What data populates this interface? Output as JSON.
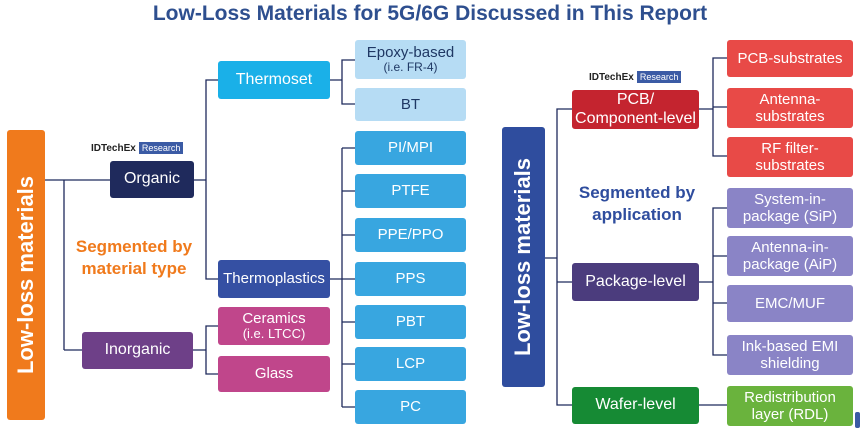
{
  "title": "Low-Loss Materials for 5G/6G Discussed in This Report",
  "left": {
    "bar_label": "Low-loss materials",
    "segment_label": "Segmented by material type",
    "logo_brand": "IDTechEx",
    "logo_tag": "Research",
    "organic": "Organic",
    "inorganic": "Inorganic",
    "thermoset": "Thermoset",
    "thermoplastics": "Thermoplastics",
    "thermoset_items": [
      "Epoxy-based",
      "(i.e. FR-4)",
      "BT"
    ],
    "thermoplastic_items": [
      "PI/MPI",
      "PTFE",
      "PPE/PPO",
      "PPS",
      "PBT",
      "LCP",
      "PC"
    ],
    "inorganic_items": [
      "Ceramics",
      "(i.e. LTCC)",
      "Glass"
    ]
  },
  "right": {
    "bar_label": "Low-loss materials",
    "segment_label": "Segmented by application",
    "logo_brand": "IDTechEx",
    "logo_tag": "Research",
    "pcb": "PCB/ Component-level",
    "package": "Package-level",
    "wafer": "Wafer-level",
    "pcb_items": [
      "PCB-substrates",
      "Antenna-substrates",
      "RF filter-substrates"
    ],
    "package_items": [
      "System-in-package (SiP)",
      "Antenna-in-package (AiP)",
      "EMC/MUF",
      "Ink-based EMI shielding"
    ],
    "wafer_items": [
      "Redistribution layer (RDL)"
    ]
  },
  "colors": {
    "orange": "#f07a1c",
    "navy": "#2f4d9e",
    "title": "#2e4f8f"
  }
}
